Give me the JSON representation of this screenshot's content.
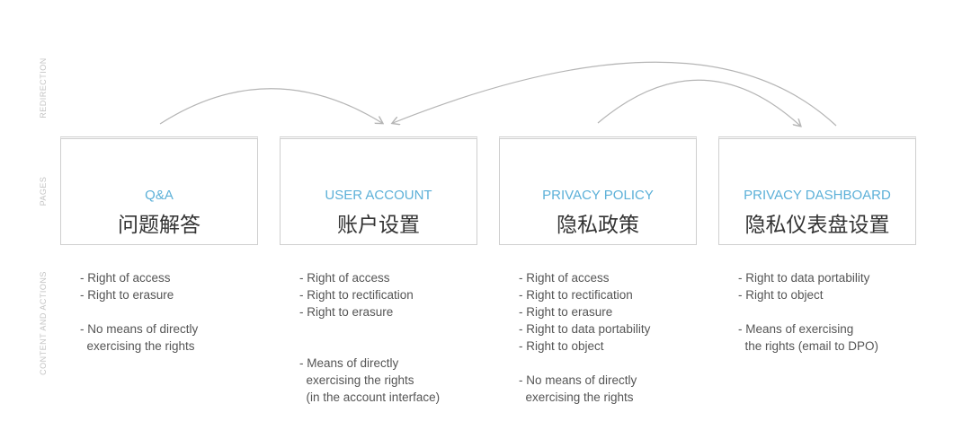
{
  "rows": {
    "redirection": "REDIRECTION",
    "pages": "PAGES",
    "content": "CONTENT AND ACTIONS"
  },
  "pages": [
    {
      "en": "Q&A",
      "zh": "问题解答",
      "rights": [
        "- Right of access",
        "- Right to erasure"
      ],
      "means": [
        "- No means of directly",
        "  exercising the rights"
      ]
    },
    {
      "en": "USER ACCOUNT",
      "zh": "账户设置",
      "rights": [
        "- Right of access",
        "- Right to rectification",
        "- Right to erasure"
      ],
      "means": [
        "- Means of directly",
        "  exercising the rights",
        "  (in the account interface)"
      ]
    },
    {
      "en": "PRIVACY POLICY",
      "zh": "隐私政策",
      "rights": [
        "- Right of access",
        "- Right to rectification",
        "- Right to erasure",
        "- Right to data portability",
        "- Right to object"
      ],
      "means": [
        "- No means of directly",
        "  exercising the rights"
      ]
    },
    {
      "en": "PRIVACY DASHBOARD",
      "zh": "隐私仪表盘设置",
      "rights": [
        "- Right to data portability",
        "- Right to object"
      ],
      "means": [
        "- Means of exercising",
        "  the rights (email to DPO)"
      ]
    }
  ],
  "colors": {
    "accent": "#5cb0d8",
    "arrow": "#b5b5b5"
  }
}
